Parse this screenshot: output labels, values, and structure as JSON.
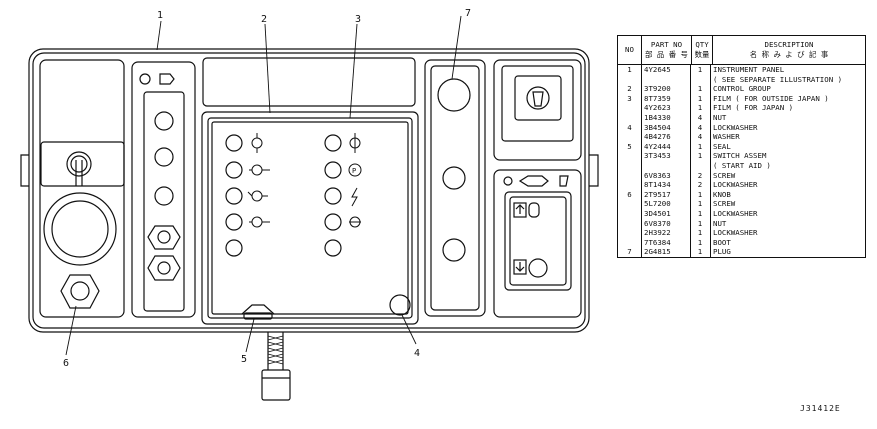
{
  "callouts": [
    "1",
    "2",
    "3",
    "7",
    "6",
    "5",
    "4"
  ],
  "table": {
    "headers": {
      "no": "NO",
      "part_no": "PART NO",
      "part_no_jp": "部 品 番 号",
      "qty": "QTY",
      "qty_jp": "数量",
      "description": "DESCRIPTION",
      "description_jp": "名 称 み よ び 記 事"
    },
    "rows": [
      {
        "no": "1",
        "part": "4Y2645",
        "qty": "1",
        "desc": "INSTRUMENT PANEL"
      },
      {
        "no": "",
        "part": "",
        "qty": "",
        "desc": "( SEE SEPARATE ILLUSTRATION )"
      },
      {
        "no": "2",
        "part": "3T9200",
        "qty": "1",
        "desc": "CONTROL GROUP"
      },
      {
        "no": "3",
        "part": "8T7359",
        "qty": "1",
        "desc": "FILM ( FOR OUTSIDE JAPAN )"
      },
      {
        "no": "",
        "part": "4Y2623",
        "qty": "1",
        "desc": "FILM  ( FOR JAPAN )"
      },
      {
        "no": "",
        "part": "1B4330",
        "qty": "4",
        "desc": "NUT"
      },
      {
        "no": "4",
        "part": "3B4504",
        "qty": "4",
        "desc": "LOCKWASHER"
      },
      {
        "no": "",
        "part": "4B4276",
        "qty": "4",
        "desc": "WASHER"
      },
      {
        "no": "5",
        "part": "4Y2444",
        "qty": "1",
        "desc": "SEAL"
      },
      {
        "no": "",
        "part": "3T3453",
        "qty": "1",
        "desc": "SWITCH ASSEM"
      },
      {
        "no": "",
        "part": "",
        "qty": "",
        "desc": "  ( START AID )"
      },
      {
        "no": "",
        "part": "6V8363",
        "qty": "2",
        "desc": "  SCREW"
      },
      {
        "no": "",
        "part": "8T1434",
        "qty": "2",
        "desc": "  LOCKWASHER"
      },
      {
        "no": "6",
        "part": "2T9517",
        "qty": "1",
        "desc": "  KNOB"
      },
      {
        "no": "",
        "part": "5L7200",
        "qty": "1",
        "desc": "  SCREW"
      },
      {
        "no": "",
        "part": "3D4501",
        "qty": "1",
        "desc": "  LOCKWASHER"
      },
      {
        "no": "",
        "part": "6V8370",
        "qty": "1",
        "desc": "  NUT"
      },
      {
        "no": "",
        "part": "2H3922",
        "qty": "1",
        "desc": "  LOCKWASHER"
      },
      {
        "no": "",
        "part": "7T6384",
        "qty": "1",
        "desc": "  BOOT"
      },
      {
        "no": "7",
        "part": "2G4815",
        "qty": "1",
        "desc": "PLUG"
      }
    ]
  },
  "drawing_code": "J31412E"
}
